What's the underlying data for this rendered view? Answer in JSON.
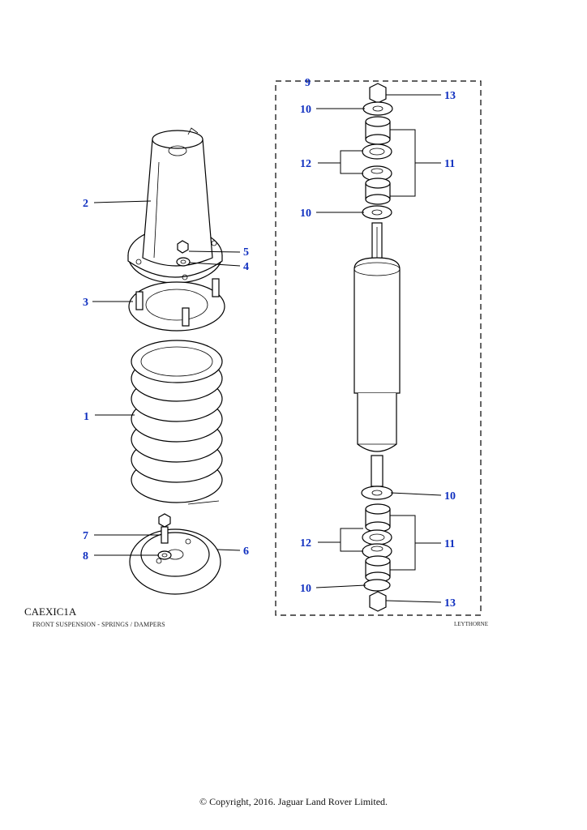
{
  "caption": {
    "code": "CAEXIC1A",
    "title": "FRONT SUSPENSION - SPRINGS / DAMPERS",
    "source": "LEYTHORNE"
  },
  "copyright": "© Copyright, 2016. Jaguar Land Rover Limited.",
  "callouts": {
    "c1": "1",
    "c2": "2",
    "c3": "3",
    "c4": "4",
    "c5": "5",
    "c6": "6",
    "c7": "7",
    "c8": "8",
    "c9": "9",
    "c10a": "10",
    "c10b": "10",
    "c10c": "10",
    "c10d": "10",
    "c11a": "11",
    "c11b": "11",
    "c12a": "12",
    "c12b": "12",
    "c13a": "13",
    "c13b": "13"
  },
  "colors": {
    "callout": "#1030c0",
    "line": "#000000"
  }
}
